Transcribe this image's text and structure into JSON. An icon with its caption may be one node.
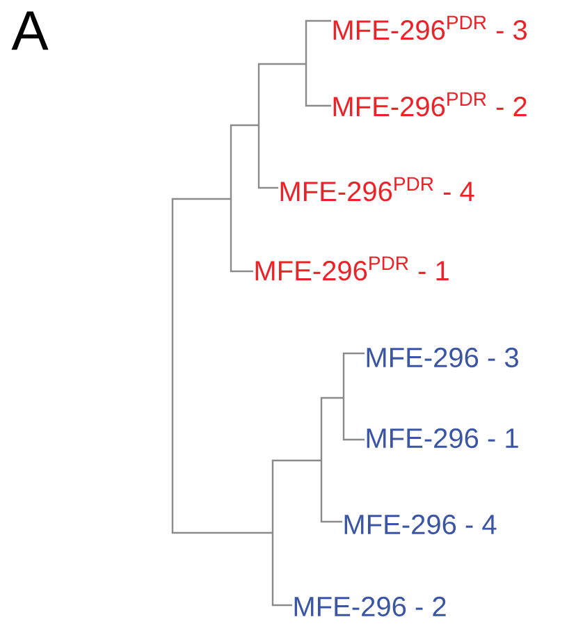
{
  "diagram": {
    "labels": [
      "A",
      "MFE-296$^{PDR}$ - 3",
      "MFE-296$^{PDR}$ - 2",
      "MFE-296$^{PDR}$ - 4",
      "MFE-296$^{PDR}$ - 1",
      "MFE-296 - 3",
      "MFE-296 - 1",
      "MFE-296 - 4",
      "MFE-296 - 2"
    ]
  }
}
